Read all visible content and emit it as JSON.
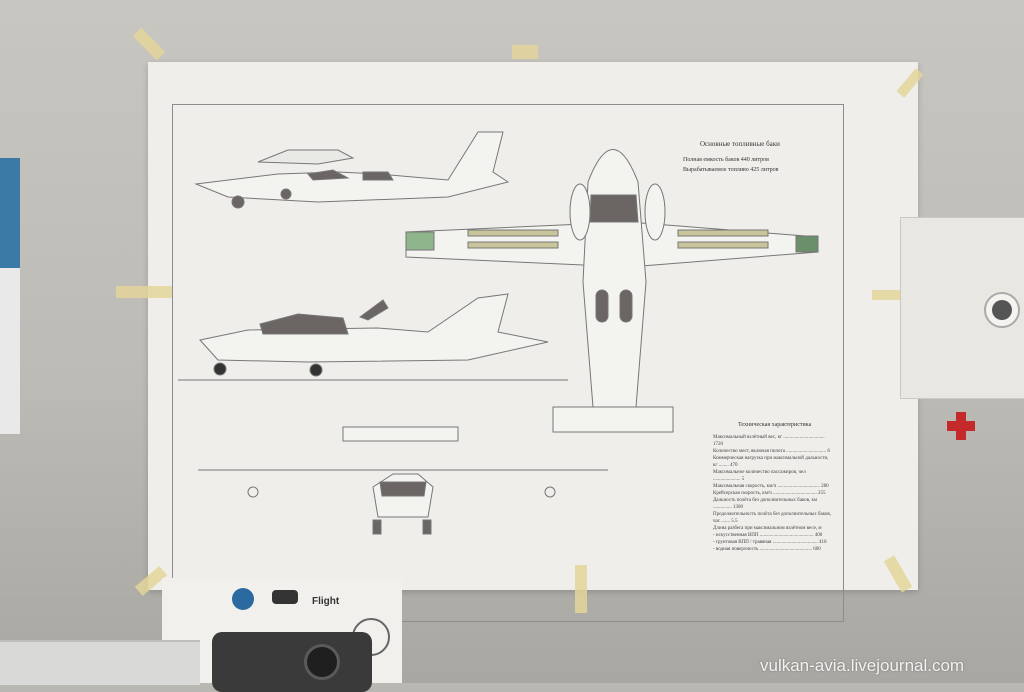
{
  "poster": {
    "tank_title": "Основные топливные баки",
    "tank_line1": "Полная емкость баков   440 литров",
    "tank_line2": "Вырабатываемое топливо   425 литров",
    "tech_title": "Техническая характеристика",
    "specs": [
      "Максимальный взлётный вес, кг ................................. 1720",
      "Количество мест, включая пилота ................................ 6",
      "Коммерческая нагрузка при максимальной дальности, кг ........ 470",
      "Максимальное количество пассажиров, чел ...................... 5",
      "Максимальная скорость, км/ч .................................. 280",
      "Крейсерская скорость, км/ч ................................... 255",
      "Дальность полёта без дополнительных баков, км ............... 1300",
      "Продолжительность полёта без дополнительных баков, час ....... 5.5",
      "Длина разбега при максимальном взлётном весе, м",
      "- искусственная ВПП ........................................... 400",
      "- грунтовая ВПП / травяная .................................... 410",
      "- водная поверхность .......................................... 600"
    ]
  },
  "stickers": {
    "flight": "Flight"
  },
  "watermark": "vulkan-avia.livejournal.com"
}
